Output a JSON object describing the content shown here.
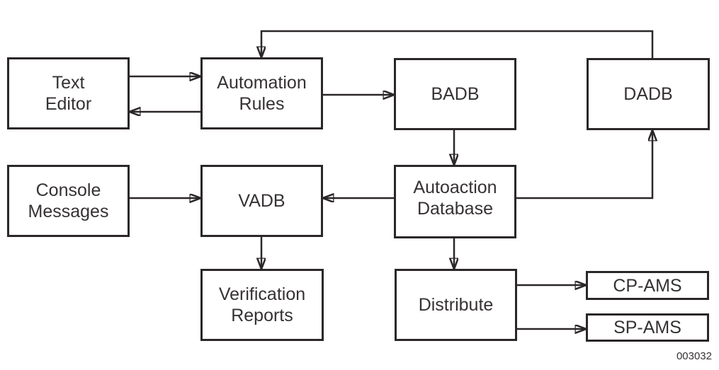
{
  "diagram": {
    "figure_number": "003032",
    "colors": {
      "line": "#2b2728",
      "text": "#363233",
      "background": "#ffffff"
    },
    "nodes": {
      "text_editor": {
        "label": "Text\nEditor"
      },
      "automation_rules": {
        "label": "Automation\nRules"
      },
      "badb": {
        "label": "BADB"
      },
      "dadb": {
        "label": "DADB"
      },
      "console_messages": {
        "label": "Console\nMessages"
      },
      "vadb": {
        "label": "VADB"
      },
      "autoaction_database": {
        "label": "Autoaction\nDatabase"
      },
      "verification_reports": {
        "label": "Verification\nReports"
      },
      "distribute": {
        "label": "Distribute"
      },
      "cp_ams": {
        "label": "CP-AMS"
      },
      "sp_ams": {
        "label": "SP-AMS"
      }
    },
    "edges": [
      {
        "from": "Text Editor",
        "to": "Automation Rules"
      },
      {
        "from": "Automation Rules",
        "to": "Text Editor"
      },
      {
        "from": "Automation Rules",
        "to": "BADB"
      },
      {
        "from": "BADB",
        "to": "Autoaction Database"
      },
      {
        "from": "Autoaction Database",
        "to": "VADB"
      },
      {
        "from": "Console Messages",
        "to": "VADB"
      },
      {
        "from": "VADB",
        "to": "Verification Reports"
      },
      {
        "from": "Autoaction Database",
        "to": "Distribute"
      },
      {
        "from": "Autoaction Database",
        "to": "DADB"
      },
      {
        "from": "DADB",
        "to": "Automation Rules"
      },
      {
        "from": "Distribute",
        "to": "CP-AMS"
      },
      {
        "from": "Distribute",
        "to": "SP-AMS"
      }
    ]
  }
}
